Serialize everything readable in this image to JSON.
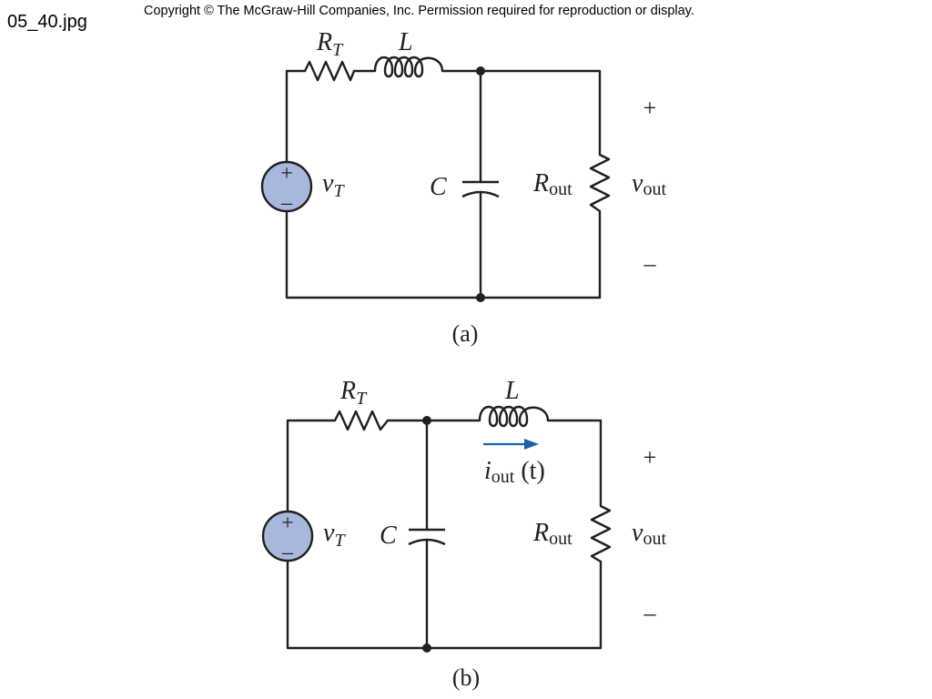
{
  "header": {
    "filename": "05_40.jpg",
    "copyright": "Copyright © The McGraw-Hill Companies, Inc. Permission required for reproduction or display."
  },
  "colors": {
    "wire": "#231f20",
    "source_fill": "#a8b8dc",
    "current_arrow": "#1f5fa8"
  },
  "circuit_a": {
    "caption": "(a)",
    "rt_main": "R",
    "rt_sub": "T",
    "l": "L",
    "c": "C",
    "vt_main": "v",
    "vt_sub": "T",
    "src_plus": "+",
    "src_minus": "–",
    "rout_main": "R",
    "rout_sub": "out",
    "vout_main": "v",
    "vout_sub": "out",
    "out_plus": "+",
    "out_minus": "–"
  },
  "circuit_b": {
    "caption": "(b)",
    "rt_main": "R",
    "rt_sub": "T",
    "l": "L",
    "c": "C",
    "vt_main": "v",
    "vt_sub": "T",
    "src_plus": "+",
    "src_minus": "–",
    "rout_main": "R",
    "rout_sub": "out",
    "vout_main": "v",
    "vout_sub": "out",
    "out_plus": "+",
    "out_minus": "–",
    "iout_main": "i",
    "iout_sub": "out",
    "iout_arg": " (t)"
  }
}
